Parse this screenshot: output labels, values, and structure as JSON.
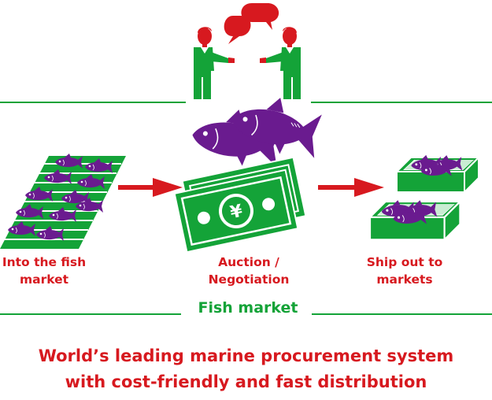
{
  "colors": {
    "green": "#14a338",
    "red": "#d7191f",
    "purple": "#6a1b8f",
    "light_green": "#ffffff"
  },
  "steps": [
    {
      "label_lines": [
        "Into the fish",
        "market"
      ]
    },
    {
      "label_lines": [
        "Auction /",
        "Negotiation"
      ]
    },
    {
      "label_lines": [
        "Ship out to",
        "markets"
      ]
    }
  ],
  "currency_symbol": "¥",
  "section_label": "Fish market",
  "tagline_lines": [
    "World’s leading marine procurement system",
    "with cost-friendly and fast distribution"
  ],
  "icons": [
    "negotiating-people-icon",
    "speech-bubble-icon",
    "fish-crate-icon",
    "tuna-icon",
    "banknote-icon",
    "arrow-right-icon"
  ]
}
